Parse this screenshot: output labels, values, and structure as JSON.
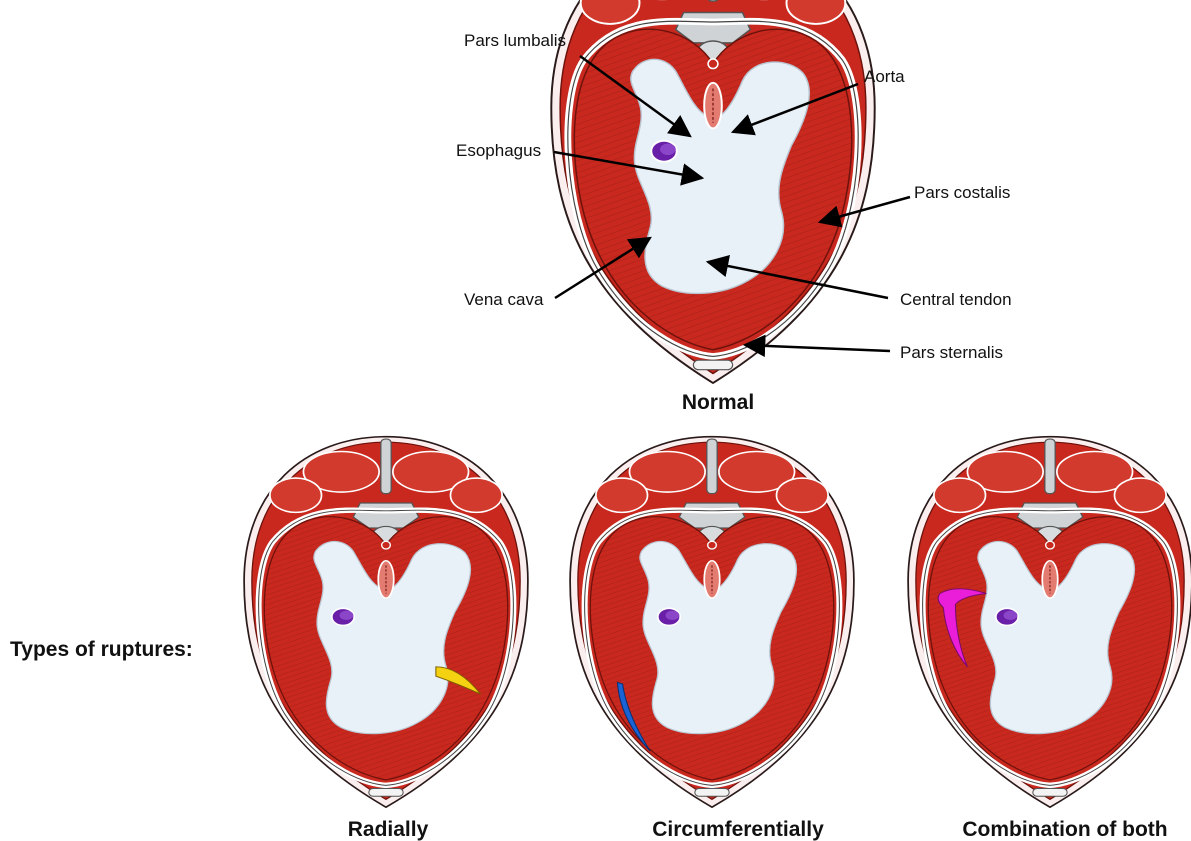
{
  "top_diagram": {
    "caption": "Normal",
    "labels": {
      "pars_lumbalis": "Pars lumbalis",
      "aorta": "Aorta",
      "esophagus": "Esophagus",
      "pars_costalis": "Pars costalis",
      "vena_cava": "Vena cava",
      "central_tendon": "Central tendon",
      "pars_sternalis": "Pars sternalis"
    }
  },
  "rupture_section": {
    "title": "Types of ruptures:",
    "diagrams": [
      {
        "caption": "Radially",
        "rupture_color": "#f5d211"
      },
      {
        "caption": "Circumferentially",
        "rupture_color": "#1a63d6"
      },
      {
        "caption": "Combination of both",
        "rupture_color": "#ea1ed8"
      }
    ]
  },
  "colors": {
    "muscle": "#c8281e",
    "muscle_dark": "#8e1a12",
    "tendon": "#e9f1f8",
    "vena_cava": "#6a1fa8",
    "bone": "#cfd3d6"
  }
}
